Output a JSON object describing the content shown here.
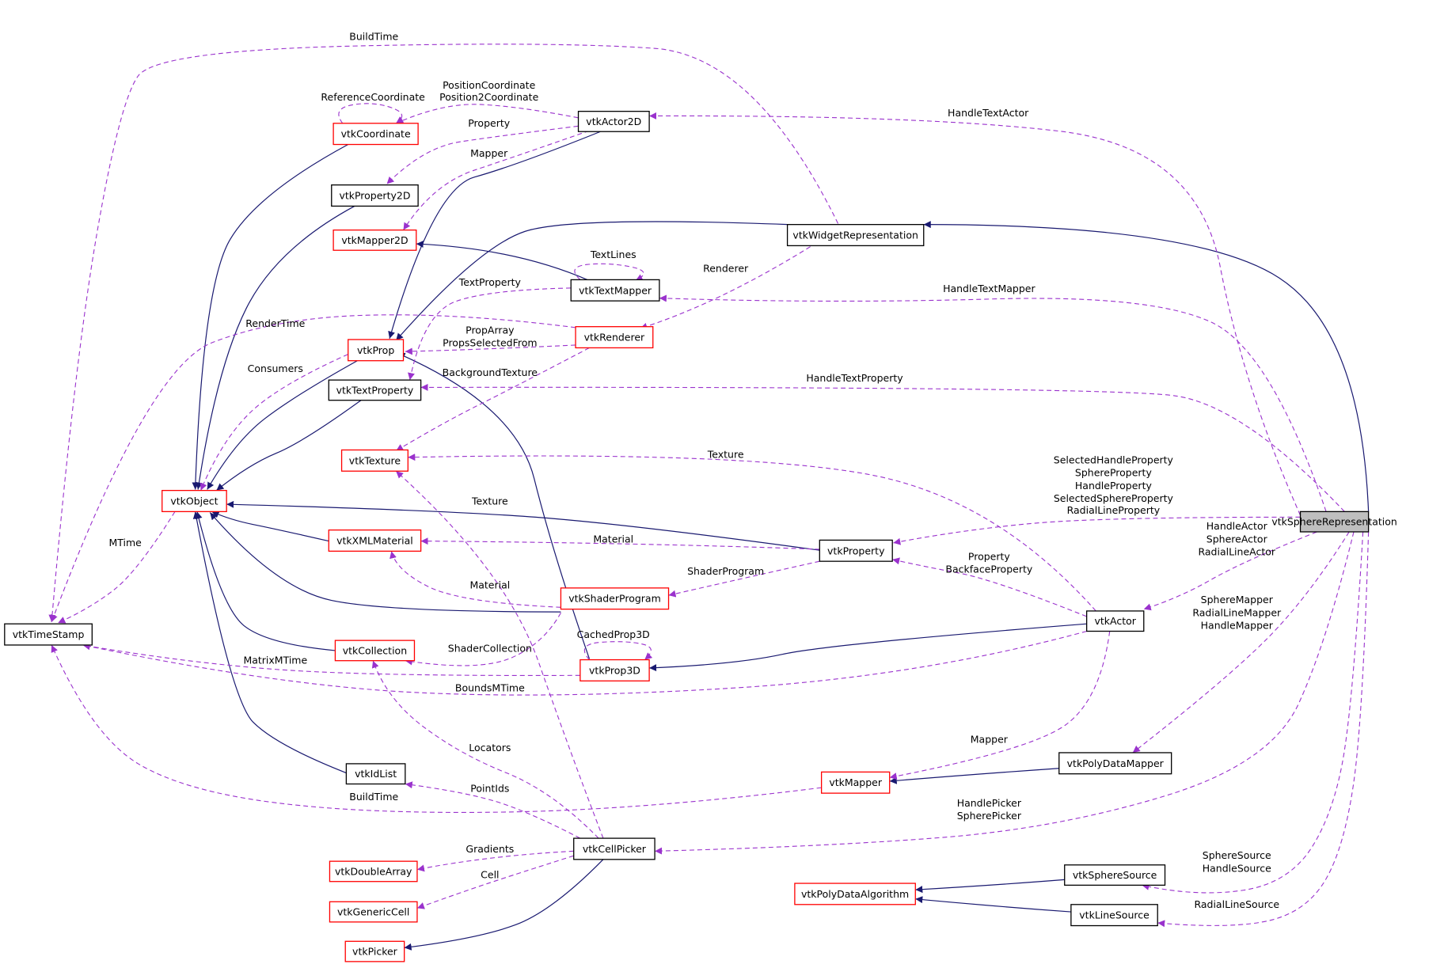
{
  "colors": {
    "inheritance": "#191970",
    "usage": "#9a32cd",
    "undocumented_border": "#ff0000",
    "documented_border": "#000000",
    "focus_fill": "#bfbfbf"
  },
  "nodes": [
    {
      "id": "vtkSphereRepresentation",
      "label": "vtkSphereRepresentation",
      "style": "focus"
    },
    {
      "id": "vtkWidgetRepresentation",
      "label": "vtkWidgetRepresentation",
      "style": "black"
    },
    {
      "id": "vtkActor2D",
      "label": "vtkActor2D",
      "style": "black"
    },
    {
      "id": "vtkCoordinate",
      "label": "vtkCoordinate",
      "style": "red"
    },
    {
      "id": "vtkProperty2D",
      "label": "vtkProperty2D",
      "style": "black"
    },
    {
      "id": "vtkMapper2D",
      "label": "vtkMapper2D",
      "style": "red"
    },
    {
      "id": "vtkTextMapper",
      "label": "vtkTextMapper",
      "style": "black"
    },
    {
      "id": "vtkRenderer",
      "label": "vtkRenderer",
      "style": "red"
    },
    {
      "id": "vtkProp",
      "label": "vtkProp",
      "style": "red"
    },
    {
      "id": "vtkTextProperty",
      "label": "vtkTextProperty",
      "style": "black"
    },
    {
      "id": "vtkTexture",
      "label": "vtkTexture",
      "style": "red"
    },
    {
      "id": "vtkObject",
      "label": "vtkObject",
      "style": "red"
    },
    {
      "id": "vtkXMLMaterial",
      "label": "vtkXMLMaterial",
      "style": "red"
    },
    {
      "id": "vtkProperty",
      "label": "vtkProperty",
      "style": "black"
    },
    {
      "id": "vtkShaderProgram",
      "label": "vtkShaderProgram",
      "style": "red"
    },
    {
      "id": "vtkActor",
      "label": "vtkActor",
      "style": "black"
    },
    {
      "id": "vtkTimeStamp",
      "label": "vtkTimeStamp",
      "style": "black"
    },
    {
      "id": "vtkCollection",
      "label": "vtkCollection",
      "style": "red"
    },
    {
      "id": "vtkProp3D",
      "label": "vtkProp3D",
      "style": "red"
    },
    {
      "id": "vtkIdList",
      "label": "vtkIdList",
      "style": "black"
    },
    {
      "id": "vtkMapper",
      "label": "vtkMapper",
      "style": "red"
    },
    {
      "id": "vtkPolyDataMapper",
      "label": "vtkPolyDataMapper",
      "style": "black"
    },
    {
      "id": "vtkCellPicker",
      "label": "vtkCellPicker",
      "style": "black"
    },
    {
      "id": "vtkDoubleArray",
      "label": "vtkDoubleArray",
      "style": "red"
    },
    {
      "id": "vtkGenericCell",
      "label": "vtkGenericCell",
      "style": "red"
    },
    {
      "id": "vtkPicker",
      "label": "vtkPicker",
      "style": "red"
    },
    {
      "id": "vtkSphereSource",
      "label": "vtkSphereSource",
      "style": "black"
    },
    {
      "id": "vtkPolyDataAlgorithm",
      "label": "vtkPolyDataAlgorithm",
      "style": "red"
    },
    {
      "id": "vtkLineSource",
      "label": "vtkLineSource",
      "style": "black"
    }
  ],
  "edges": [
    {
      "from": "vtkSphereRepresentation",
      "to": "vtkWidgetRepresentation",
      "kind": "inherit",
      "labels": []
    },
    {
      "from": "vtkWidgetRepresentation",
      "to": "vtkProp",
      "kind": "inherit",
      "labels": []
    },
    {
      "from": "vtkActor2D",
      "to": "vtkProp",
      "kind": "inherit",
      "labels": []
    },
    {
      "from": "vtkProp3D",
      "to": "vtkProp",
      "kind": "inherit",
      "labels": []
    },
    {
      "from": "vtkActor",
      "to": "vtkProp3D",
      "kind": "inherit",
      "labels": []
    },
    {
      "from": "vtkTextMapper",
      "to": "vtkMapper2D",
      "kind": "inherit",
      "labels": []
    },
    {
      "from": "vtkCoordinate",
      "to": "vtkObject",
      "kind": "inherit",
      "labels": []
    },
    {
      "from": "vtkProperty2D",
      "to": "vtkObject",
      "kind": "inherit",
      "labels": []
    },
    {
      "from": "vtkProp",
      "to": "vtkObject",
      "kind": "inherit",
      "labels": []
    },
    {
      "from": "vtkTextProperty",
      "to": "vtkObject",
      "kind": "inherit",
      "labels": []
    },
    {
      "from": "vtkProperty",
      "to": "vtkObject",
      "kind": "inherit",
      "labels": []
    },
    {
      "from": "vtkXMLMaterial",
      "to": "vtkObject",
      "kind": "inherit",
      "labels": []
    },
    {
      "from": "vtkShaderProgram",
      "to": "vtkObject",
      "kind": "inherit",
      "labels": []
    },
    {
      "from": "vtkCollection",
      "to": "vtkObject",
      "kind": "inherit",
      "labels": []
    },
    {
      "from": "vtkIdList",
      "to": "vtkObject",
      "kind": "inherit",
      "labels": []
    },
    {
      "from": "vtkPolyDataMapper",
      "to": "vtkMapper",
      "kind": "inherit",
      "labels": []
    },
    {
      "from": "vtkCellPicker",
      "to": "vtkPicker",
      "kind": "inherit",
      "labels": []
    },
    {
      "from": "vtkSphereSource",
      "to": "vtkPolyDataAlgorithm",
      "kind": "inherit",
      "labels": []
    },
    {
      "from": "vtkLineSource",
      "to": "vtkPolyDataAlgorithm",
      "kind": "inherit",
      "labels": []
    },
    {
      "from": "vtkWidgetRepresentation",
      "to": "vtkTimeStamp",
      "kind": "use",
      "labels": [
        "BuildTime"
      ]
    },
    {
      "from": "vtkCoordinate",
      "to": "vtkCoordinate",
      "kind": "use",
      "labels": [
        "ReferenceCoordinate"
      ]
    },
    {
      "from": "vtkActor2D",
      "to": "vtkCoordinate",
      "kind": "use",
      "labels": [
        "PositionCoordinate",
        "Position2Coordinate"
      ]
    },
    {
      "from": "vtkActor2D",
      "to": "vtkProperty2D",
      "kind": "use",
      "labels": [
        "Property"
      ]
    },
    {
      "from": "vtkActor2D",
      "to": "vtkMapper2D",
      "kind": "use",
      "labels": [
        "Mapper"
      ]
    },
    {
      "from": "vtkSphereRepresentation",
      "to": "vtkActor2D",
      "kind": "use",
      "labels": [
        "HandleTextActor"
      ]
    },
    {
      "from": "vtkTextMapper",
      "to": "vtkTextMapper",
      "kind": "use",
      "labels": [
        "TextLines"
      ]
    },
    {
      "from": "vtkWidgetRepresentation",
      "to": "vtkRenderer",
      "kind": "use",
      "labels": [
        "Renderer"
      ]
    },
    {
      "from": "vtkTextMapper",
      "to": "vtkTextProperty",
      "kind": "use",
      "labels": [
        "TextProperty"
      ]
    },
    {
      "from": "vtkSphereRepresentation",
      "to": "vtkTextMapper",
      "kind": "use",
      "labels": [
        "HandleTextMapper"
      ]
    },
    {
      "from": "vtkRenderer",
      "to": "vtkTimeStamp",
      "kind": "use",
      "labels": [
        "RenderTime"
      ]
    },
    {
      "from": "vtkRenderer",
      "to": "vtkProp",
      "kind": "use",
      "labels": [
        "PropArray",
        "PropsSelectedFrom"
      ]
    },
    {
      "from": "vtkProp",
      "to": "vtkObject",
      "kind": "use",
      "labels": [
        "Consumers"
      ]
    },
    {
      "from": "vtkRenderer",
      "to": "vtkTexture",
      "kind": "use",
      "labels": [
        "BackgroundTexture"
      ]
    },
    {
      "from": "vtkSphereRepresentation",
      "to": "vtkTextProperty",
      "kind": "use",
      "labels": [
        "HandleTextProperty"
      ]
    },
    {
      "from": "vtkActor",
      "to": "vtkTexture",
      "kind": "use",
      "labels": [
        "Texture"
      ]
    },
    {
      "from": "vtkCellPicker",
      "to": "vtkTexture",
      "kind": "use",
      "labels": [
        "Texture"
      ]
    },
    {
      "from": "vtkSphereRepresentation",
      "to": "vtkProperty",
      "kind": "use",
      "labels": [
        "SelectedHandleProperty",
        "SphereProperty",
        "HandleProperty",
        "SelectedSphereProperty",
        "RadialLineProperty"
      ]
    },
    {
      "from": "vtkProperty",
      "to": "vtkXMLMaterial",
      "kind": "use",
      "labels": [
        "Material"
      ]
    },
    {
      "from": "vtkObject",
      "to": "vtkTimeStamp",
      "kind": "use",
      "labels": [
        "MTime"
      ]
    },
    {
      "from": "vtkActor",
      "to": "vtkProperty",
      "kind": "use",
      "labels": [
        "Property",
        "BackfaceProperty"
      ]
    },
    {
      "from": "vtkProperty",
      "to": "vtkShaderProgram",
      "kind": "use",
      "labels": [
        "ShaderProgram"
      ]
    },
    {
      "from": "vtkShaderProgram",
      "to": "vtkXMLMaterial",
      "kind": "use",
      "labels": [
        "Material"
      ]
    },
    {
      "from": "vtkSphereRepresentation",
      "to": "vtkActor",
      "kind": "use",
      "labels": [
        "HandleActor",
        "SphereActor",
        "RadialLineActor"
      ]
    },
    {
      "from": "vtkProp3D",
      "to": "vtkProp3D",
      "kind": "use",
      "labels": [
        "CachedProp3D"
      ]
    },
    {
      "from": "vtkShaderProgram",
      "to": "vtkCollection",
      "kind": "use",
      "labels": [
        "ShaderCollection"
      ]
    },
    {
      "from": "vtkProp3D",
      "to": "vtkTimeStamp",
      "kind": "use",
      "labels": [
        "MatrixMTime"
      ]
    },
    {
      "from": "vtkActor",
      "to": "vtkTimeStamp",
      "kind": "use",
      "labels": [
        "BoundsMTime"
      ]
    },
    {
      "from": "vtkSphereRepresentation",
      "to": "vtkPolyDataMapper",
      "kind": "use",
      "labels": [
        "SphereMapper",
        "RadialLineMapper",
        "HandleMapper"
      ]
    },
    {
      "from": "vtkActor",
      "to": "vtkMapper",
      "kind": "use",
      "labels": [
        "Mapper"
      ]
    },
    {
      "from": "vtkCellPicker",
      "to": "vtkCollection",
      "kind": "use",
      "labels": [
        "Locators"
      ]
    },
    {
      "from": "vtkMapper",
      "to": "vtkTimeStamp",
      "kind": "use",
      "labels": [
        "BuildTime"
      ]
    },
    {
      "from": "vtkCellPicker",
      "to": "vtkIdList",
      "kind": "use",
      "labels": [
        "PointIds"
      ]
    },
    {
      "from": "vtkSphereRepresentation",
      "to": "vtkCellPicker",
      "kind": "use",
      "labels": [
        "HandlePicker",
        "SpherePicker"
      ]
    },
    {
      "from": "vtkCellPicker",
      "to": "vtkDoubleArray",
      "kind": "use",
      "labels": [
        "Gradients"
      ]
    },
    {
      "from": "vtkCellPicker",
      "to": "vtkGenericCell",
      "kind": "use",
      "labels": [
        "Cell"
      ]
    },
    {
      "from": "vtkSphereRepresentation",
      "to": "vtkSphereSource",
      "kind": "use",
      "labels": [
        "SphereSource",
        "HandleSource"
      ]
    },
    {
      "from": "vtkSphereRepresentation",
      "to": "vtkLineSource",
      "kind": "use",
      "labels": [
        "RadialLineSource"
      ]
    }
  ]
}
